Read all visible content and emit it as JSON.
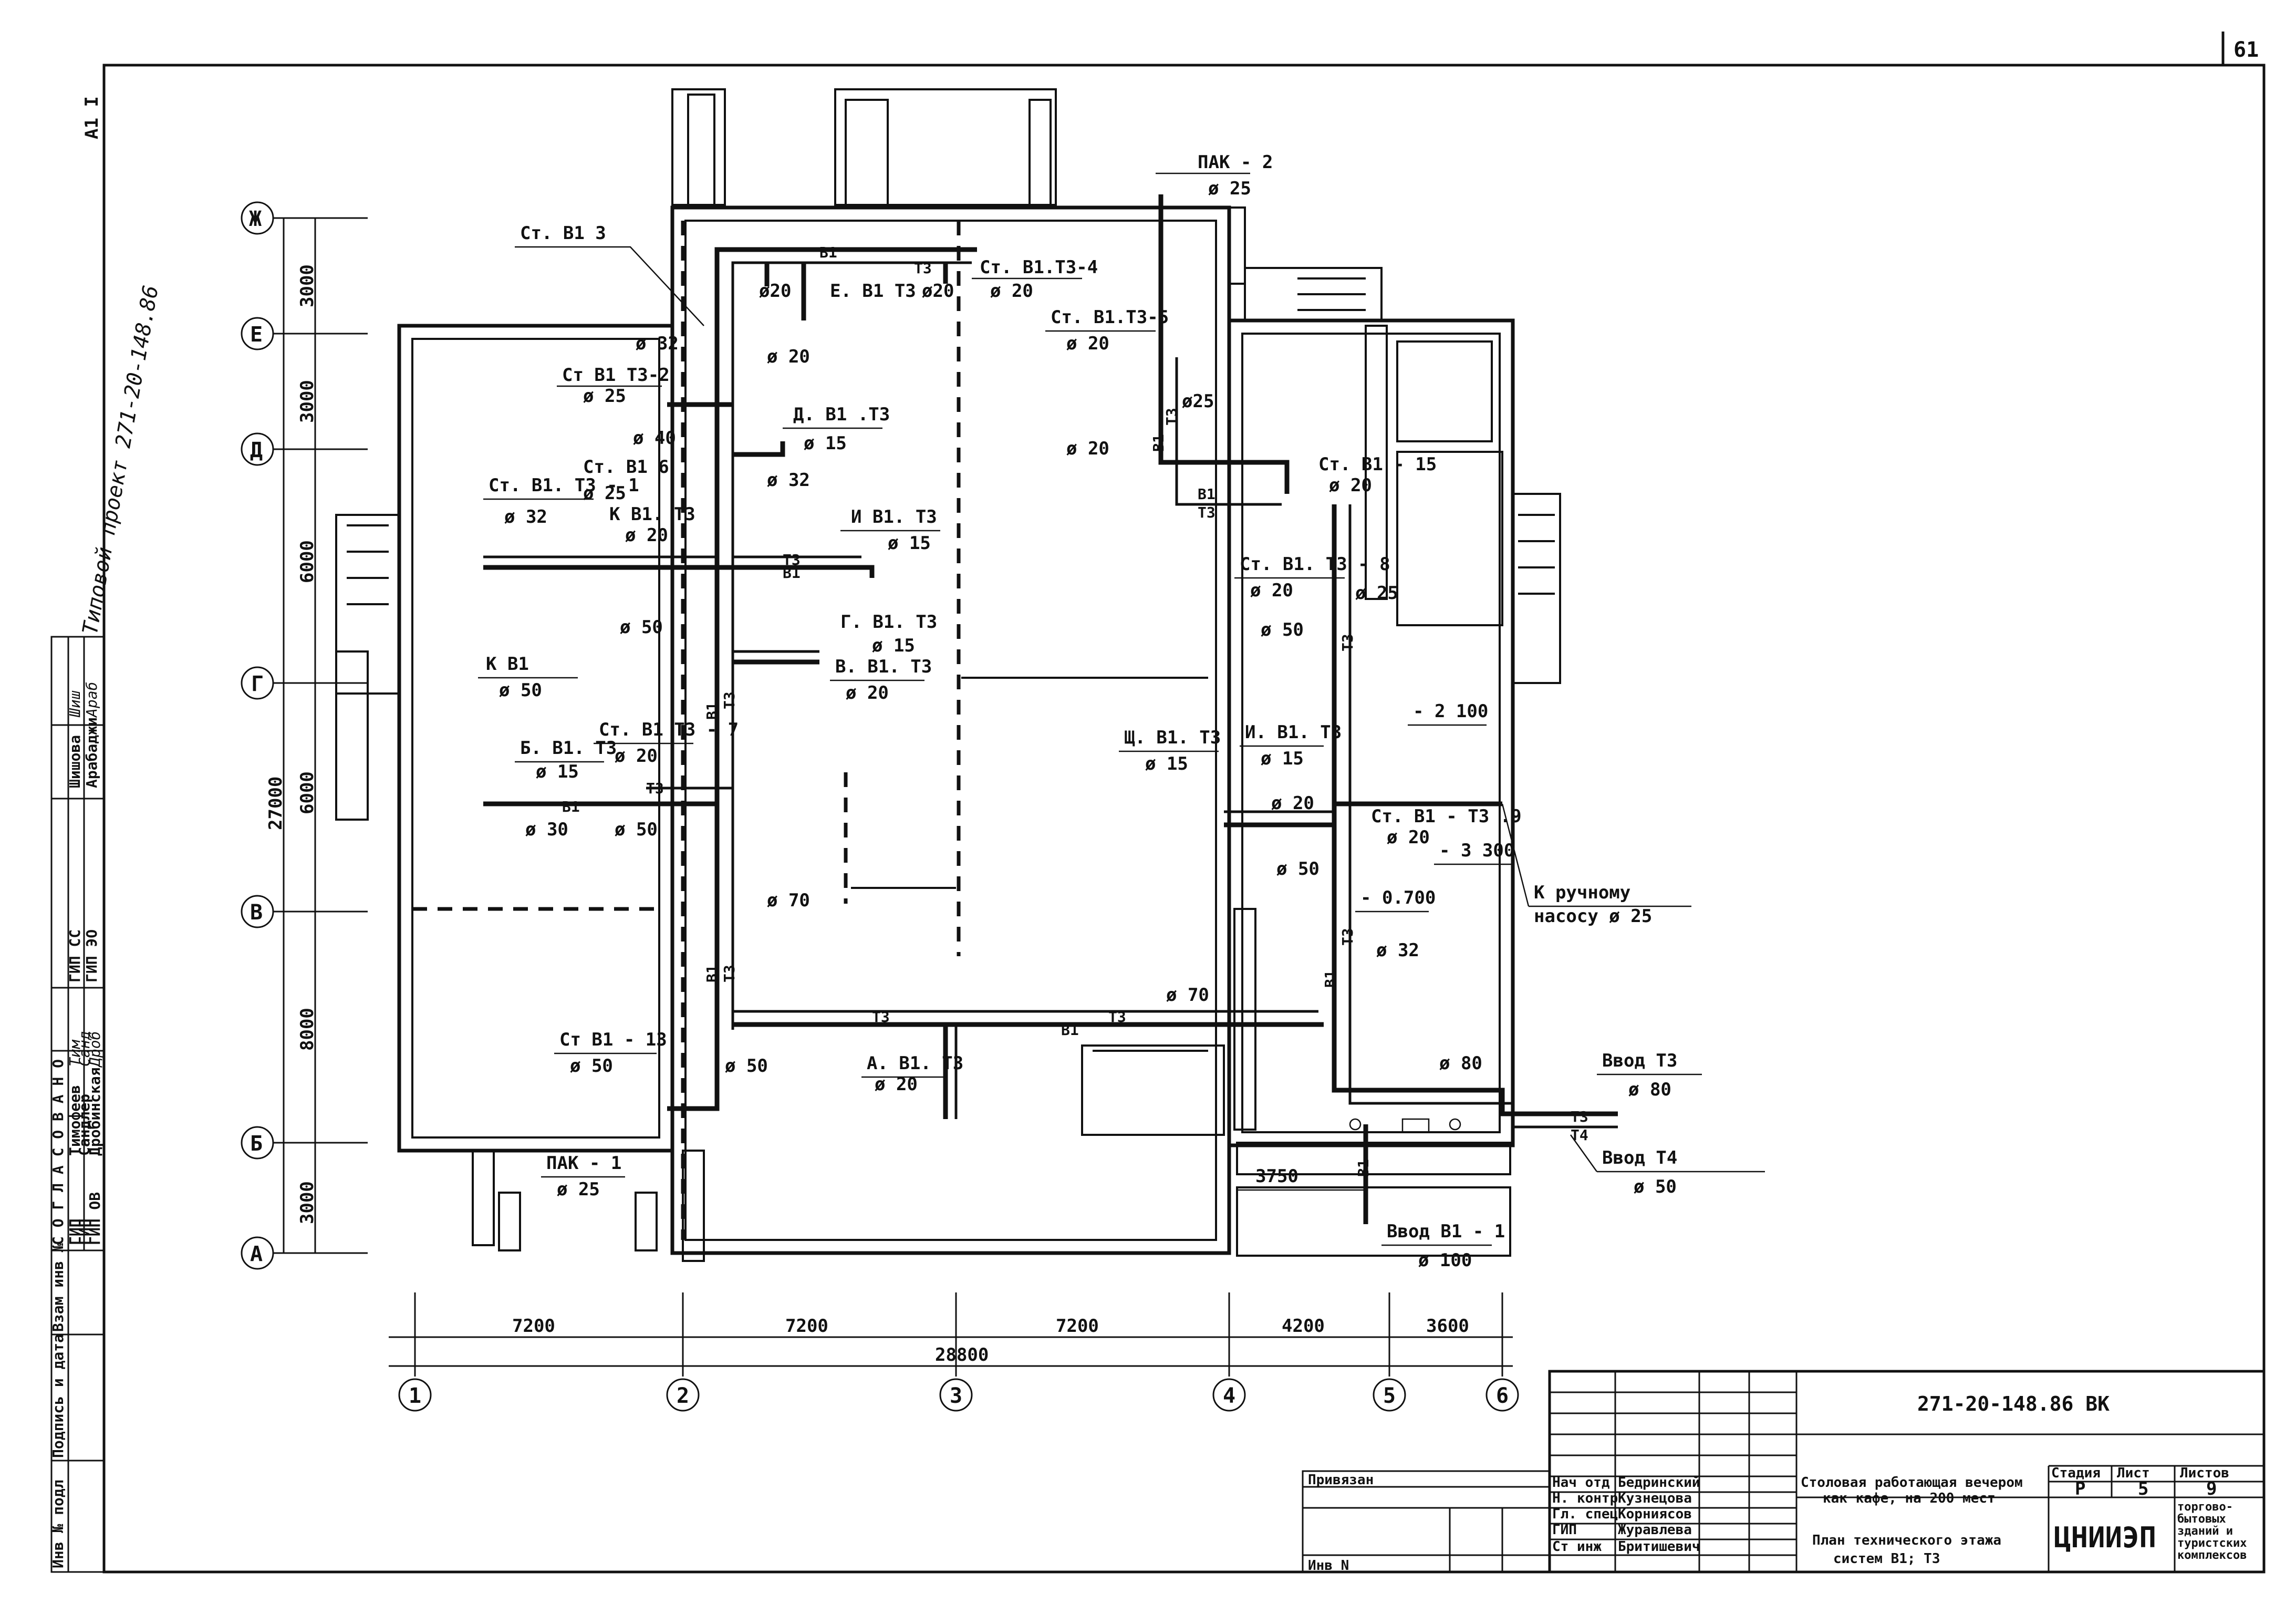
{
  "sheet": {
    "number": "61",
    "format": "А1 I",
    "side_note": "Типовой проект 271-20-148.86"
  },
  "axes": {
    "rows": [
      "Ж",
      "Е",
      "Д",
      "Г",
      "В",
      "Б",
      "А"
    ],
    "row_dims": [
      "3000",
      "3000",
      "6000",
      "6000",
      "8000",
      "3000"
    ],
    "row_total": "27000",
    "cols": [
      "1",
      "2",
      "3",
      "4",
      "5",
      "6"
    ],
    "col_dims": [
      "7200",
      "7200",
      "7200",
      "4200",
      "3600"
    ],
    "col_total": "28800"
  },
  "labels": {
    "st_v1_3": "Ст. В1 3",
    "pak2": "ПАК - 2",
    "pak2_d": "ø 25",
    "st_v1t3_4": "Ст. В1.Т3-4",
    "st_v1t3_4_d": "ø 20",
    "d20_a": "ø20",
    "d20_b": "ø20",
    "e_v1t3": "Е. В1 Т3",
    "d32_top": "ø 32",
    "d20_c": "ø 20",
    "st_v1t3_2": "Ст В1 Т3-2",
    "st_v1t3_2_d": "ø 25",
    "st_v1t3_5": "Ст. В1.Т3-5",
    "st_v1t3_5_d": "ø 20",
    "d25_r": "ø25",
    "d_v1t3": "Д. В1 .Т3",
    "d_v1t3_d": "ø 15",
    "d40": "ø 40",
    "d32_m": "ø 32",
    "d20_right": "ø 20",
    "st_v1_6": "Ст. В1 6",
    "st_v1_6_d": "ø 25",
    "st_v1t3_1": "Ст. В1. Т3 - 1",
    "st_v1t3_1_d": "ø 32",
    "k_v1t3": "К В1. Т3",
    "k_v1t3_d": "ø 20",
    "i_v1t3": "И  В1. Т3",
    "i_v1t3_d": "ø 15",
    "st_v1_15": "Ст. В1 - 15",
    "st_v1_15_d": "ø 20",
    "g_v1t3": "Г. В1. Т3",
    "g_v1t3_d": "ø 15",
    "st_v1t3_8": "Ст. В1. Т3 - 8",
    "st_v1t3_8_d": "ø 20",
    "d25_r2": "ø 25",
    "d50_a": "ø 50",
    "d50_b": "ø 50",
    "v_v1t3": "В. В1. Т3",
    "v_v1t3_d": "ø 20",
    "k_v1": "К  В1",
    "k_v1_d": "ø 50",
    "level_2100": "- 2 100",
    "sh_v1t3": "Щ. В1. Т3",
    "sh_v1t3_d": "ø 15",
    "i_v1t3_2": "И. В1. Т3",
    "i_v1t3_2_d": "ø 15",
    "b_v1t3": "Б. В1. Т3",
    "b_v1t3_d": "ø 15",
    "st_v1t3_7": "Ст. В1 Т3 - 7",
    "st_v1t3_7_d": "ø 20",
    "d20_x": "ø 20",
    "st_v1t3_9": "Ст. В1 - Т3 .9",
    "st_v1t3_9_d": "ø 20",
    "d30": "ø 30",
    "d50_c": "ø 50",
    "level_3300": "- 3 300",
    "d50_d": "ø 50",
    "level_0700": "- 0.700",
    "k_pump": "К ручному",
    "k_pump_2": "насосу ø 25",
    "d70_a": "ø 70",
    "d32_r": "ø 32",
    "d70_b": "ø 70",
    "st_v1_13": "Ст В1 - 13",
    "st_v1_13_d": "ø 50",
    "d50_e": "ø 50",
    "a_v1t3": "А. В1. Т3",
    "a_v1t3_d": "ø 20",
    "d80": "ø 80",
    "vvod_t3": "Ввод  Т3",
    "vvod_t3_d": "ø 80",
    "vvod_t4": "Ввод  Т4",
    "vvod_t4_d": "ø 50",
    "pak1": "ПАК - 1",
    "pak1_d": "ø 25",
    "dim_3750": "3750",
    "vvod_v1": "Ввод  В1 - 1",
    "vvod_v1_d": "ø 100",
    "pipe_b1": "В1",
    "pipe_t3": "Т3",
    "pipe_t4": "Т4"
  },
  "approval": {
    "header": "С О Г Л А С О В А Н О",
    "rows": [
      {
        "role": "ГИП СС",
        "name": "Шишова",
        "sign": "Шиш"
      },
      {
        "role": "ГИП ЭО",
        "name": "Арабаджи",
        "sign": "Араб"
      },
      {
        "role": "ГИП",
        "name": "Тимофеев",
        "sign": "Тим"
      },
      {
        "role": "ГИП",
        "name": "Сандлер",
        "sign": "Санд"
      },
      {
        "role": "ГИП ОВ",
        "name": "Дробинская",
        "sign": "Дроб"
      }
    ]
  },
  "side_stamp": {
    "cols": [
      "Инв № подл",
      "Подпись и дата",
      "Взам инв №"
    ]
  },
  "title_block": {
    "code": "271-20-148.86  ВК",
    "privyazan": "Привязан",
    "inv": "Инв N",
    "staff": [
      {
        "role": "Нач отд",
        "name": "Бедринский"
      },
      {
        "role": "Н. контр",
        "name": "Кузнецова"
      },
      {
        "role": "Гл. спец",
        "name": "Корниясов"
      },
      {
        "role": "ГИП",
        "name": "Журавлева"
      },
      {
        "role": "Ст инж",
        "name": "Бритишевич"
      }
    ],
    "object_1": "Столовая работающая вечером",
    "object_2": "как кафе, на 200 мест",
    "sheet_1": "План технического этажа",
    "sheet_2": "систем  В1; Т3",
    "stage_h": "Стадия",
    "stage": "Р",
    "list_h": "Лист",
    "list": "5",
    "lists_h": "Листов",
    "lists": "9",
    "org": "ЦНИИЭП",
    "org_sub_1": "торгово-",
    "org_sub_2": "бытовых",
    "org_sub_3": "зданий и",
    "org_sub_4": "туристских",
    "org_sub_5": "комплексов"
  }
}
